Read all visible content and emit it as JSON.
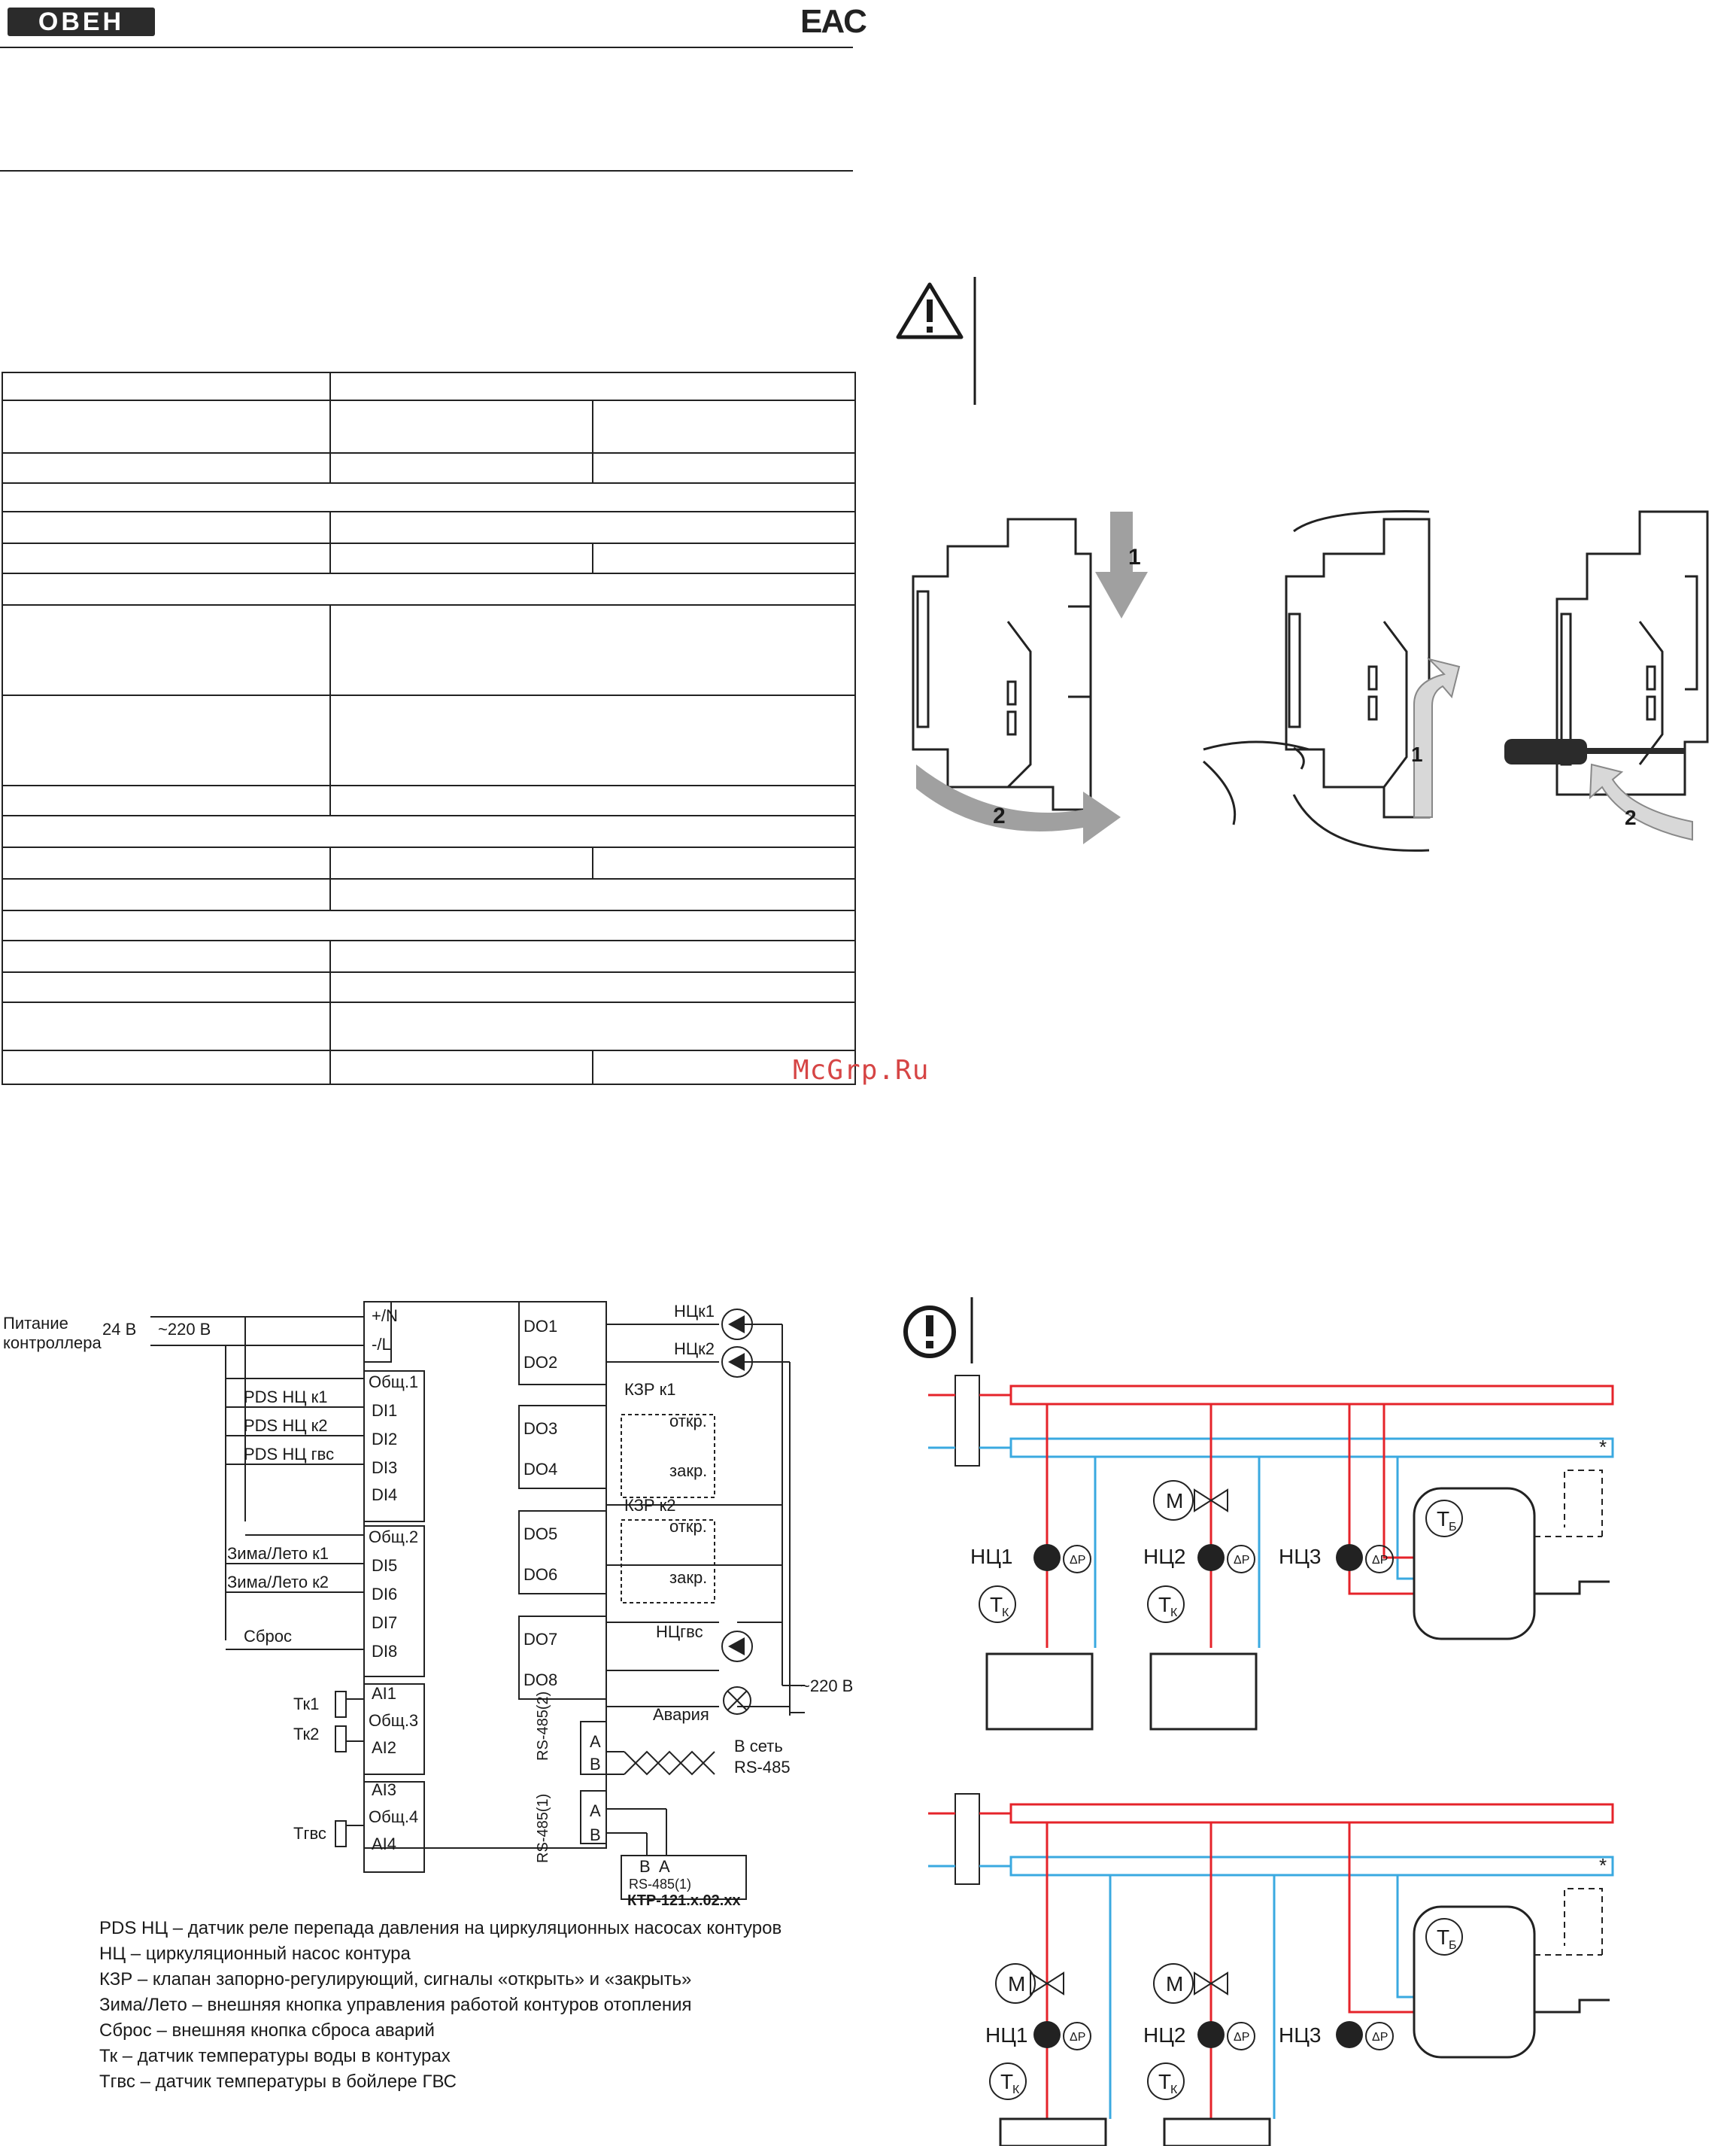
{
  "header": {
    "logo_text": "ОВЕН",
    "cert_mark": "EAC"
  },
  "watermark": "McGrp.Ru",
  "mounting": {
    "step1": "1",
    "step2": "2"
  },
  "wiring": {
    "power_label": "Питание\nконтроллера",
    "v24": "24 В",
    "v220": "~220 В",
    "v220_out": "~220 В",
    "terminals_top": [
      "+/N",
      "-/L"
    ],
    "di_group1": [
      "Общ.1",
      "DI1",
      "DI2",
      "DI3",
      "DI4"
    ],
    "di_group2": [
      "Общ.2",
      "DI5",
      "DI6",
      "DI7",
      "DI8"
    ],
    "ai_group1": [
      "AI1",
      "Общ.3",
      "AI2"
    ],
    "ai_group2": [
      "AI3",
      "Общ.4",
      "AI4"
    ],
    "do_labels": [
      "DO1",
      "DO2",
      "DO3",
      "DO4",
      "DO5",
      "DO6",
      "DO7",
      "DO8"
    ],
    "left_labels": [
      "PDS НЦ к1",
      "PDS НЦ к2",
      "PDS НЦ гвс",
      "Зима/Лето к1",
      "Зима/Лето к2",
      "Сброс",
      "Тк1",
      "Тк2",
      "Тгвс"
    ],
    "right_labels": [
      "НЦк1",
      "НЦк2",
      "КЗР к1",
      "откр.",
      "закр.",
      "КЗР к2",
      "откр.",
      "закр.",
      "НЦгвс",
      "Авария"
    ],
    "rs485_2": "RS-485(2)",
    "rs485_1": "RS-485(1)",
    "ab": [
      "A",
      "B"
    ],
    "network": [
      "В сеть",
      "RS-485"
    ],
    "ktr_ba": [
      "B",
      "A"
    ],
    "ktr_port": "RS-485(1)",
    "ktr_model": "КТР-121.х.02.хх"
  },
  "legend": [
    "PDS НЦ – датчик реле перепада давления на циркуляционных насосах контуров",
    "НЦ – циркуляционный насос контура",
    "КЗР – клапан запорно-регулирующий, сигналы «открыть» и «закрыть»",
    "Зима/Лето – внешняя кнопка управления работой контуров отопления",
    "Сброс – внешняя кнопка сброса аварий",
    "Тк – датчик температуры воды в контурах",
    "Тгвс – датчик температуры в бойлере ГВС"
  ],
  "hydro": {
    "pumps": [
      "НЦ1",
      "НЦ2",
      "НЦ3"
    ],
    "motor": "М",
    "dp": "ΔP",
    "tk_main": "Т",
    "tk_sub": "К",
    "tb_main": "Т",
    "tb_sub": "Б",
    "star": "*"
  },
  "colors": {
    "supply": "#e5232a",
    "return": "#3aa9e0",
    "arrow": "#a0a0a0"
  }
}
